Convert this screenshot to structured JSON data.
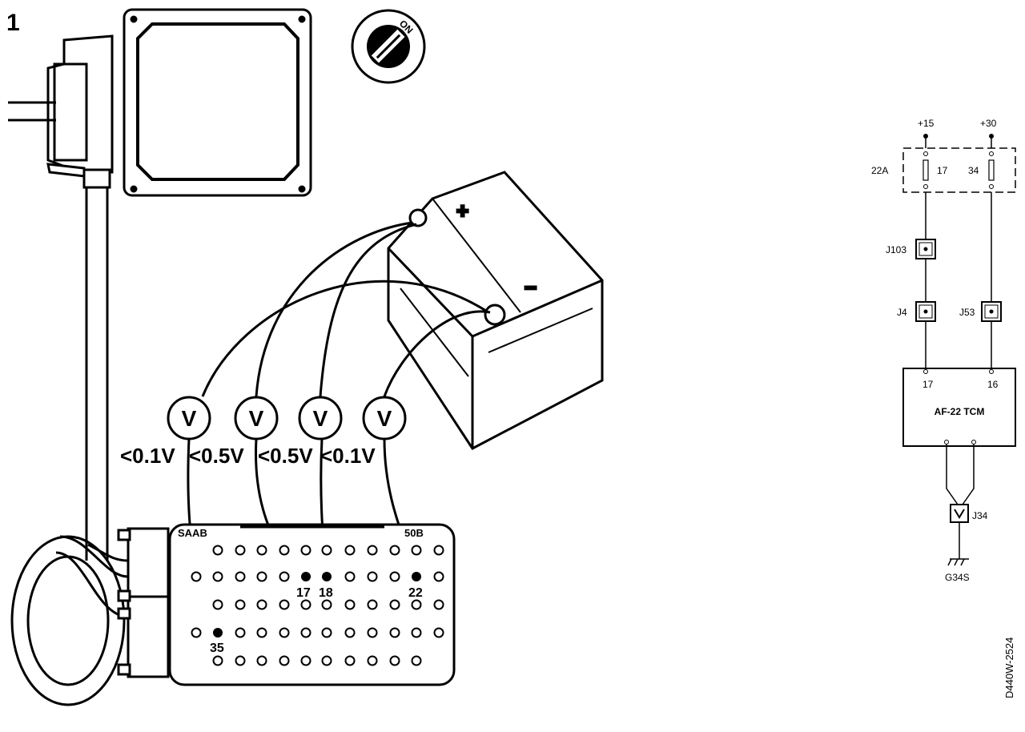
{
  "figure_number": "1",
  "ignition_label": "ON",
  "battery": {
    "plus_label": "+",
    "minus_label": "−"
  },
  "connector_labels": {
    "left": "SAAB",
    "right": "50B"
  },
  "meters": [
    {
      "letter": "V",
      "reading": "<0.1V"
    },
    {
      "letter": "V",
      "reading": "<0.5V"
    },
    {
      "letter": "V",
      "reading": "<0.5V"
    },
    {
      "letter": "V",
      "reading": "<0.1V"
    }
  ],
  "pins": [
    "35",
    "17",
    "18",
    "22"
  ],
  "schematic": {
    "supply_left": "+15",
    "supply_right": "+30",
    "fuse_box": "22A",
    "fuse_left": "17",
    "fuse_right": "34",
    "junction_j103": "J103",
    "junction_j4": "J4",
    "junction_j53": "J53",
    "tcm_pin_left": "17",
    "tcm_pin_right": "16",
    "tcm_label": "AF-22 TCM",
    "connector_j34": "J34",
    "ground": "G34S"
  },
  "drawing_id": "D440W-2524"
}
